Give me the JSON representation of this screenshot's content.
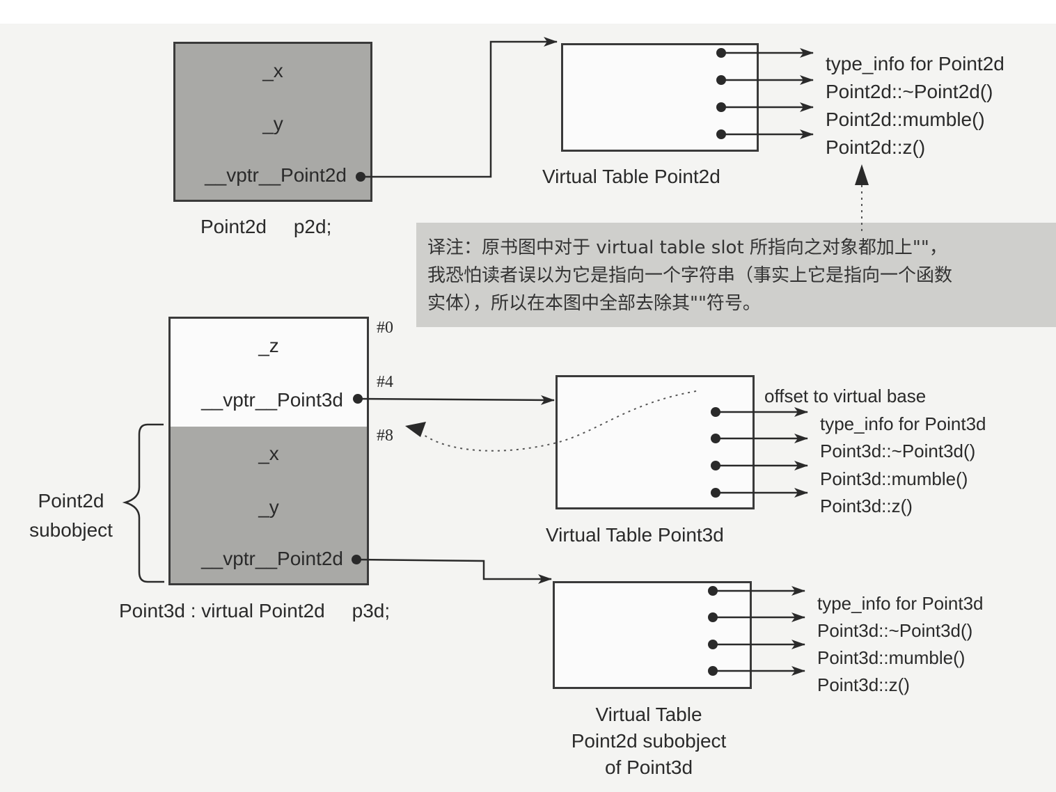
{
  "p2d": {
    "fields": [
      "_x",
      "_y",
      "__vptr__Point2d"
    ],
    "caption": "Point2d     p2d;"
  },
  "vtbl_point2d": {
    "caption": "Virtual Table Point2d",
    "entries": [
      "type_info for Point2d",
      "Point2d::~Point2d()",
      "Point2d::mumble()",
      "Point2d::z()"
    ]
  },
  "note": {
    "lines": [
      "译注：原书图中对于 virtual table slot 所指向之对象都加上\"\"，",
      "我恐怕读者误以为它是指向一个字符串（事实上它是指向一个函数",
      "实体），所以在本图中全部去除其\"\"符号。"
    ]
  },
  "p3d": {
    "fields": [
      "_z",
      "__vptr__Point3d",
      "_x",
      "_y",
      "__vptr__Point2d"
    ],
    "offsets": [
      "#0",
      "#4",
      "#8"
    ],
    "brace_label": [
      "Point2d",
      "subobject"
    ],
    "caption": "Point3d : virtual Point2d     p3d;"
  },
  "vtbl_point3d": {
    "caption": "Virtual Table Point3d",
    "header": "offset to virtual base",
    "entries": [
      "type_info for Point3d",
      "Point3d::~Point3d()",
      "Point3d::mumble()",
      "Point3d::z()"
    ]
  },
  "vtbl_sub": {
    "caption": [
      "Virtual Table",
      "Point2d subobject",
      "of Point3d"
    ],
    "entries": [
      "type_info for Point3d",
      "Point3d::~Point3d()",
      "Point3d::mumble()",
      "Point3d::z()"
    ]
  },
  "colors": {
    "cell_gray": "#a9a9a6",
    "note_bg": "#cfcfcc",
    "line": "#3a3a3a"
  }
}
